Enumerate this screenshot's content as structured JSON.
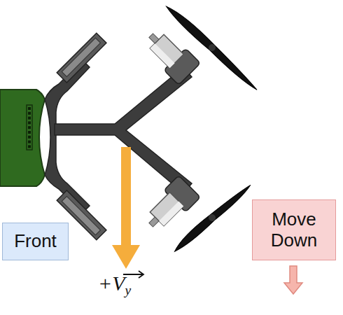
{
  "diagram": {
    "nodes": [
      {
        "text": [
          "Front"
        ]
      },
      {
        "text": [
          "Move Down"
        ]
      }
    ],
    "labels": [
      "+Vy"
    ]
  }
}
